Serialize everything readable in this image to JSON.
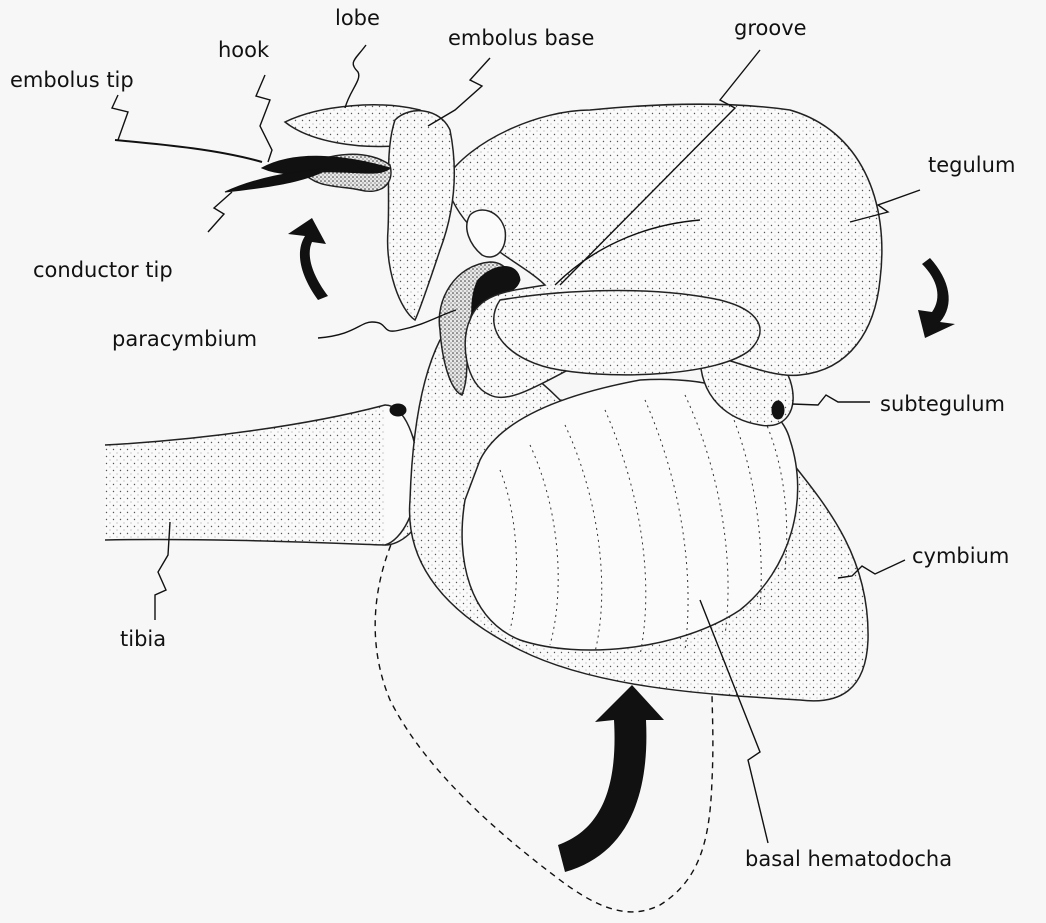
{
  "labels": {
    "embolus_tip": "embolus tip",
    "hook": "hook",
    "lobe": "lobe",
    "embolus_base": "embolus base",
    "groove": "groove",
    "tegulum": "tegulum",
    "conductor_tip": "conductor tip",
    "paracymbium": "paracymbium",
    "subtegulum": "subtegulum",
    "cymbium": "cymbium",
    "tibia": "tibia",
    "basal_hematodocha": "basal hematodocha"
  },
  "colors": {
    "background": "#f7f7f7",
    "ink": "#111111"
  }
}
